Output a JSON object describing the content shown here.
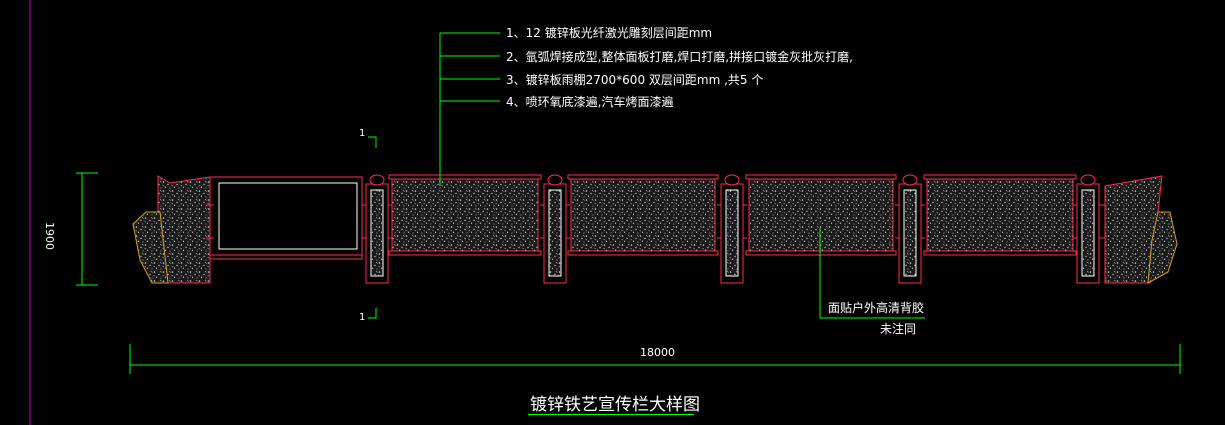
{
  "drawing": {
    "notes": [
      "1、12 镀锌板光纤激光雕刻层间距mm",
      "2、氩弧焊接成型,整体面板打磨,焊口打磨,拼接口镀金灰批灰打磨,",
      "3、镀锌板雨棚2700*600    双层间距mm    ,共5 个",
      "4、喷环氧底漆遍,汽车烤面漆遍"
    ],
    "height_dim": "1900",
    "width_dim": "18000",
    "callout_main": "面贴户外高清背胶",
    "callout_sub": "未注同",
    "section_mark_top": "1",
    "section_mark_bottom": "1",
    "title": "镀锌铁艺宣传栏大样图"
  },
  "colors": {
    "background": "#000000",
    "frame": "#ff2a4a",
    "leader": "#00ff00",
    "hatch": "#cfcfcf",
    "text": "#ffffff",
    "border": "#c000c0",
    "orange": "#d4a020"
  }
}
